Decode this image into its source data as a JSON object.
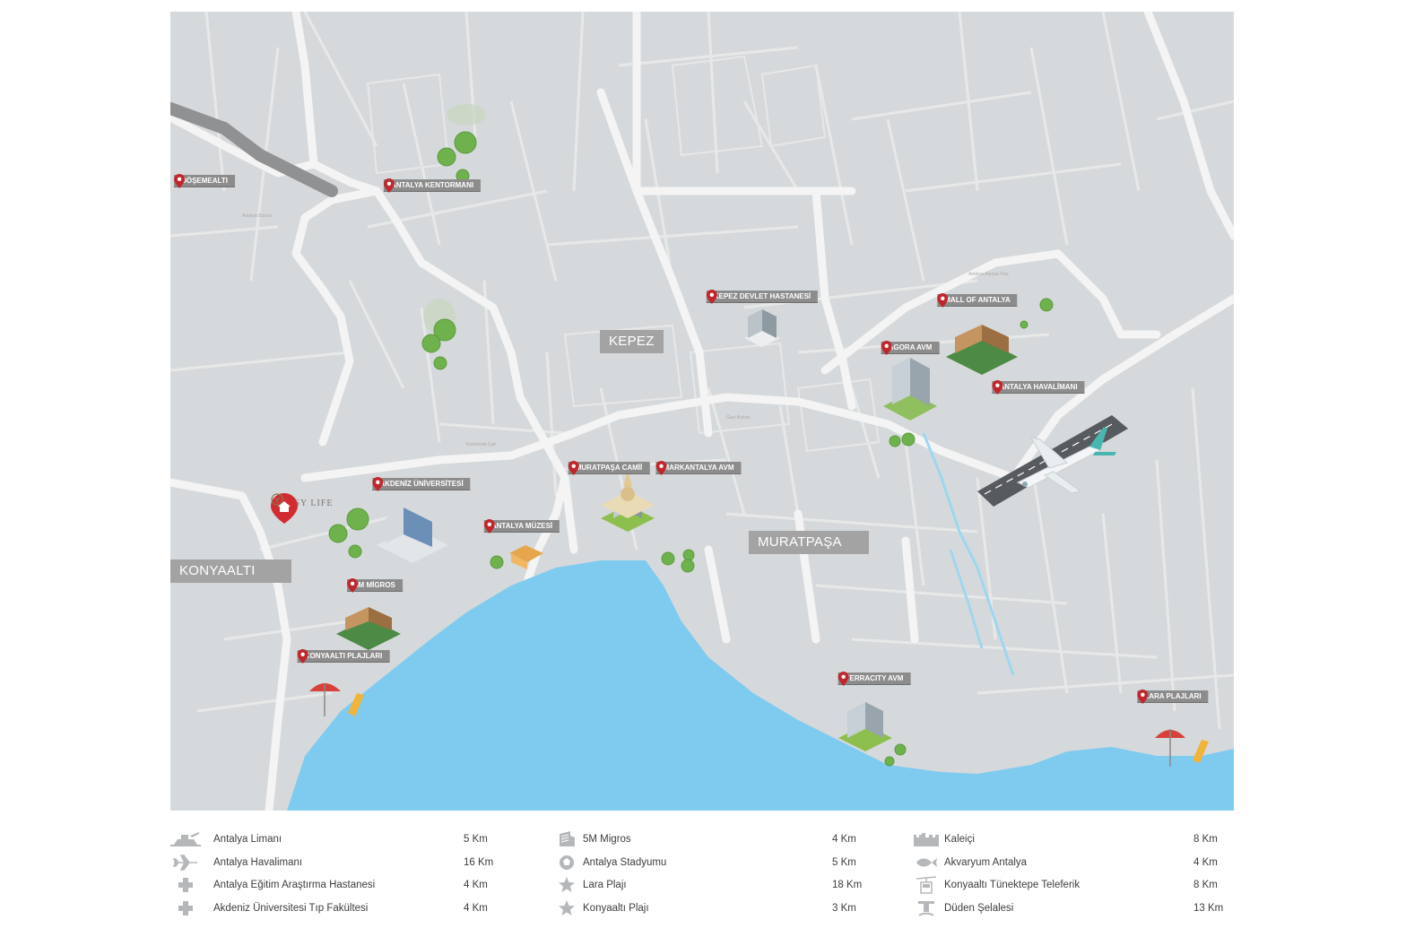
{
  "map": {
    "districts": [
      {
        "id": "kepez",
        "label": "KEPEZ"
      },
      {
        "id": "muratpasa",
        "label": "MURATPAŞA"
      },
      {
        "id": "konyaalti",
        "label": "KONYAALTI"
      }
    ],
    "pois": [
      {
        "id": "dosemealti",
        "label": "DÖŞEMEALTI"
      },
      {
        "id": "kent-ormani",
        "label": "ANTALYA KENTORMANI"
      },
      {
        "id": "kepez-devlet",
        "label": "KEPEZ DEVLET HASTANESİ"
      },
      {
        "id": "mall-of-antalya",
        "label": "MALL OF ANTALYA"
      },
      {
        "id": "agora",
        "label": "AGORA AVM"
      },
      {
        "id": "havalimani",
        "label": "ANTALYA HAVALİMANI"
      },
      {
        "id": "akdeniz-uni",
        "label": "AKDENİZ ÜNİVERSİTESİ"
      },
      {
        "id": "muratpasa-camii",
        "label": "MURATPAŞA CAMİİ"
      },
      {
        "id": "markantalya",
        "label": "MARKANTALYA AVM"
      },
      {
        "id": "antalya-muzesi",
        "label": "ANTALYA MÜZESİ"
      },
      {
        "id": "5m-migros",
        "label": "5M MİGROS"
      },
      {
        "id": "konyaalti-plajlari",
        "label": "KONYAALTI PLAJLARI"
      },
      {
        "id": "terracity",
        "label": "TERRACITY AVM"
      },
      {
        "id": "lara-plajlari",
        "label": "LARA PLAJLARI"
      }
    ],
    "home": {
      "brand": "COSY LIFE"
    }
  },
  "legend": {
    "columns": [
      [
        {
          "icon": "port-icon",
          "name": "Antalya Limanı",
          "distance": "5 Km"
        },
        {
          "icon": "airplane-icon",
          "name": "Antalya Havalimanı",
          "distance": "16 Km"
        },
        {
          "icon": "hospital-cross-icon",
          "name": "Antalya Eğitim Araştırma Hastanesi",
          "distance": "4 Km"
        },
        {
          "icon": "hospital-cross-icon",
          "name": "Akdeniz Üniversitesi Tıp Fakültesi",
          "distance": "4 Km"
        }
      ],
      [
        {
          "icon": "shopping-building-icon",
          "name": "5M Migros",
          "distance": "4 Km"
        },
        {
          "icon": "stadium-ball-icon",
          "name": "Antalya Stadyumu",
          "distance": "5 Km"
        },
        {
          "icon": "star-icon",
          "name": "Lara Plajı",
          "distance": "18 Km"
        },
        {
          "icon": "star-icon",
          "name": "Konyaaltı Plajı",
          "distance": "3  Km"
        }
      ],
      [
        {
          "icon": "castle-icon",
          "name": "Kaleiçi",
          "distance": "8 Km"
        },
        {
          "icon": "fish-icon",
          "name": "Akvaryum Antalya",
          "distance": "4 Km"
        },
        {
          "icon": "cable-car-icon",
          "name": "Konyaaltı Tünektepe Teleferik",
          "distance": "8 Km"
        },
        {
          "icon": "waterfall-icon",
          "name": "Düden Şelalesi",
          "distance": "13 Km"
        }
      ]
    ]
  },
  "colors": {
    "land": "#d6d9db",
    "road": "#f4f4f4",
    "sea": "#7fcbf0",
    "label_bg": "#8c8c8c",
    "district_bg": "#a3a3a3",
    "pin": "#c0272d"
  }
}
